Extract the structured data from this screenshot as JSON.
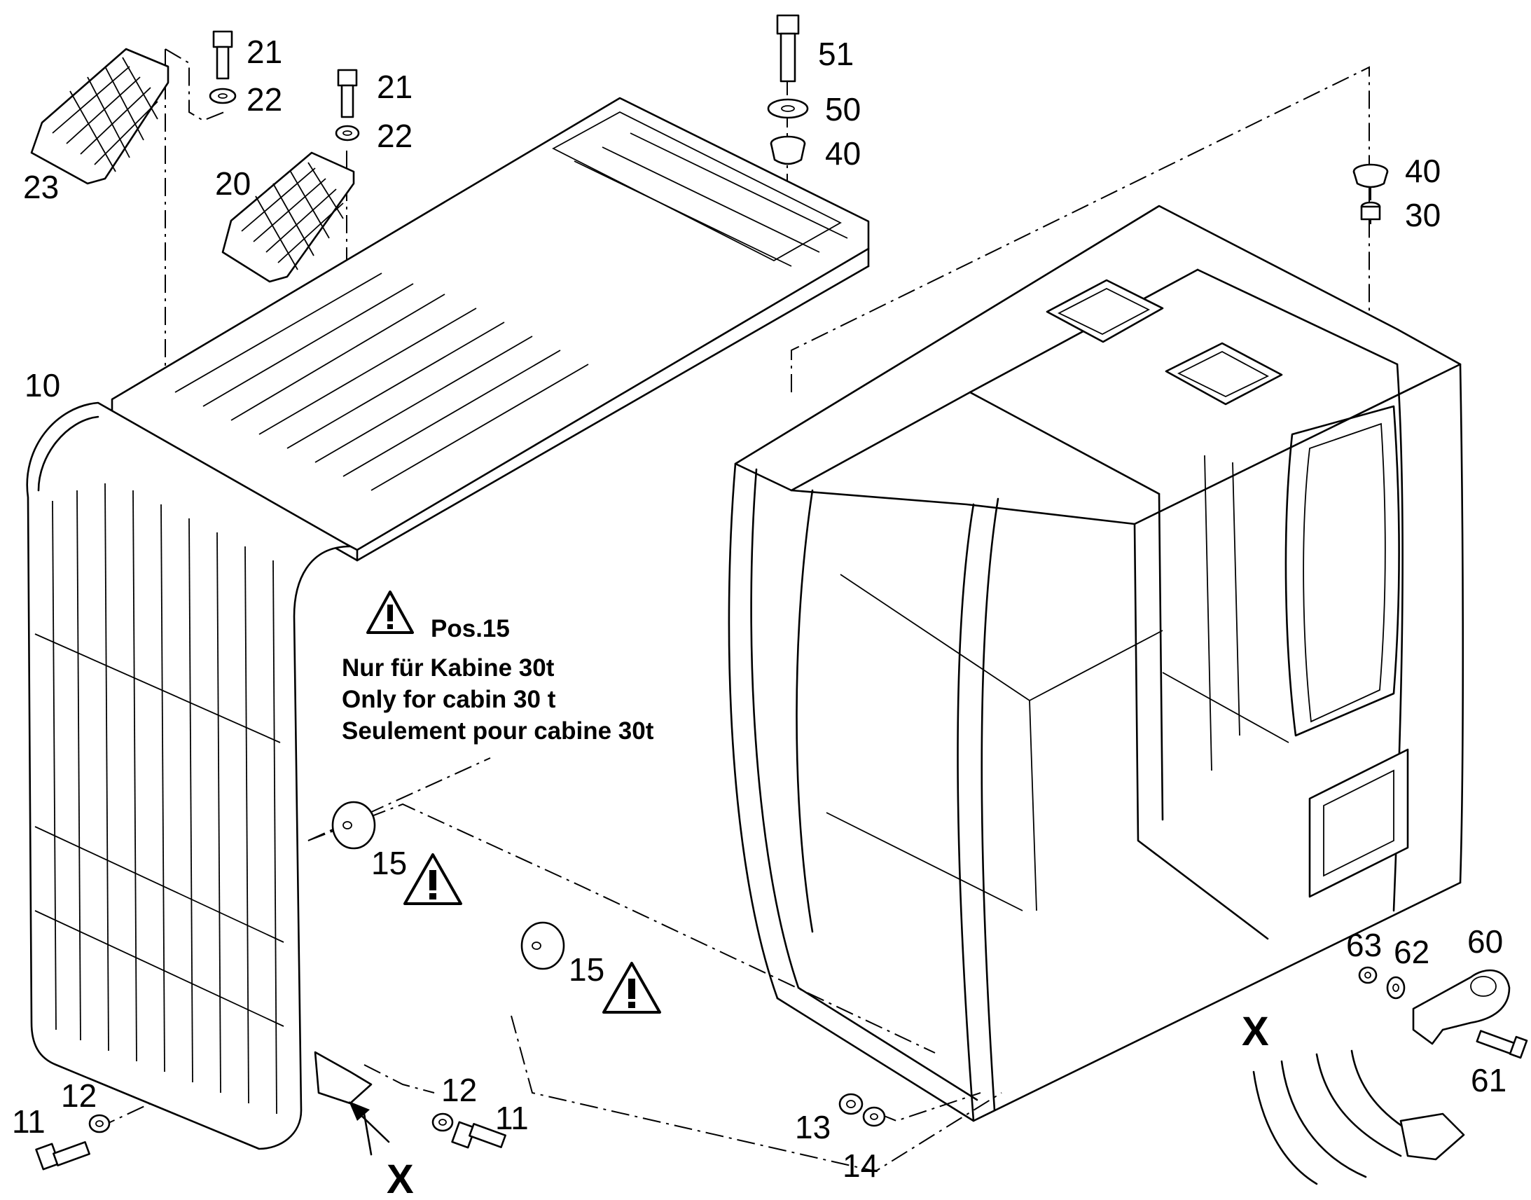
{
  "labels": [
    {
      "id": "l23",
      "text": "23"
    },
    {
      "id": "l21a",
      "text": "21"
    },
    {
      "id": "l22a",
      "text": "22"
    },
    {
      "id": "l21b",
      "text": "21"
    },
    {
      "id": "l22b",
      "text": "22"
    },
    {
      "id": "l20",
      "text": "20"
    },
    {
      "id": "l51",
      "text": "51"
    },
    {
      "id": "l50",
      "text": "50"
    },
    {
      "id": "l40a",
      "text": "40"
    },
    {
      "id": "l40b",
      "text": "40"
    },
    {
      "id": "l30",
      "text": "30"
    },
    {
      "id": "l10",
      "text": "10"
    },
    {
      "id": "l15a",
      "text": "15"
    },
    {
      "id": "l15b",
      "text": "15"
    },
    {
      "id": "l12a",
      "text": "12"
    },
    {
      "id": "l11a",
      "text": "11"
    },
    {
      "id": "l12b",
      "text": "12"
    },
    {
      "id": "l11b",
      "text": "11"
    },
    {
      "id": "l13",
      "text": "13"
    },
    {
      "id": "l14",
      "text": "14"
    },
    {
      "id": "l63",
      "text": "63"
    },
    {
      "id": "l62",
      "text": "62"
    },
    {
      "id": "l60",
      "text": "60"
    },
    {
      "id": "l61",
      "text": "61"
    }
  ],
  "view_markers": {
    "x_main": "X",
    "x_detail": "X"
  },
  "note": {
    "title": "Pos.15",
    "lines": [
      "Nur für Kabine 30t",
      "Only for cabin 30 t",
      "Seulement pour cabine 30t"
    ]
  },
  "colors": {
    "ink": "#000000",
    "paper": "#ffffff"
  }
}
